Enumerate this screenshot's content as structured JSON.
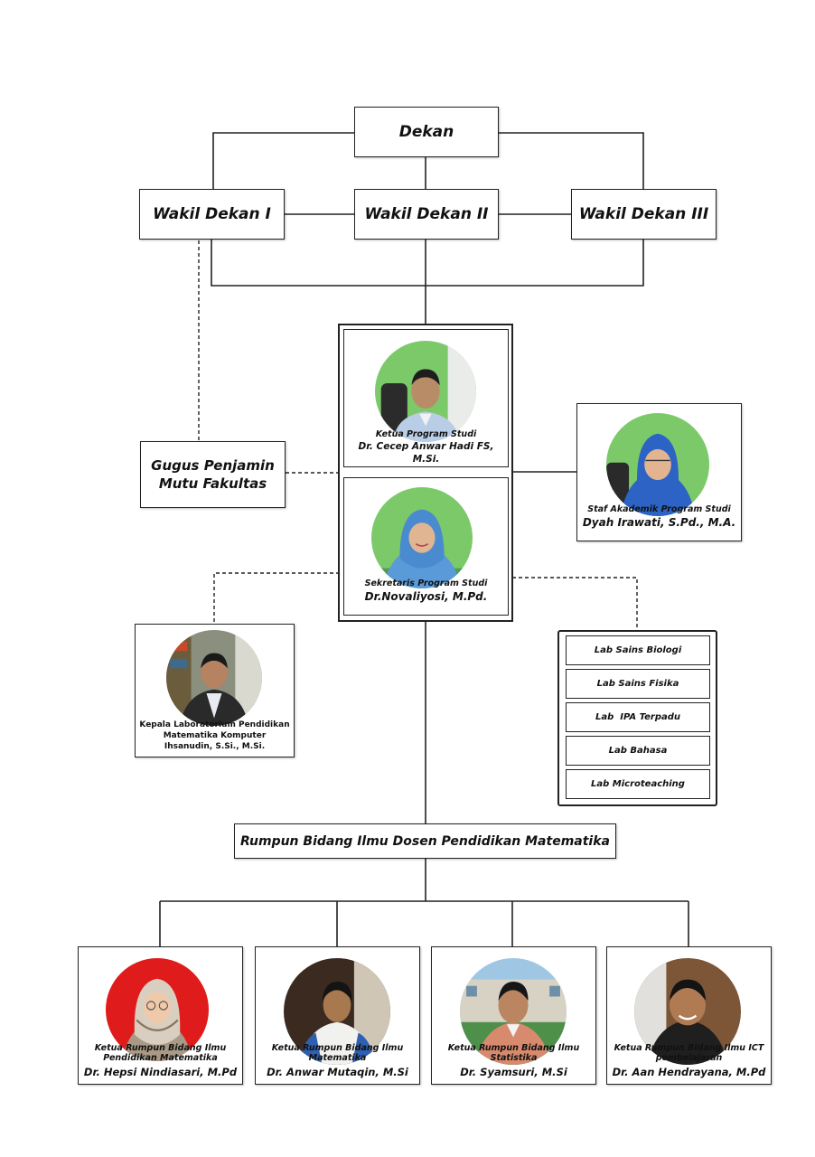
{
  "dekan": "Dekan",
  "wakil_1": "Wakil Dekan I",
  "wakil_2": "Wakil Dekan II",
  "wakil_3": "Wakil Dekan III",
  "gugus": {
    "line1": "Gugus Penjamin",
    "line2": "Mutu Fakultas"
  },
  "kaprodi": {
    "role": "Ketua Program Studi",
    "name": "Dr. Cecep Anwar Hadi FS, M.Si."
  },
  "sekprodi": {
    "role": "Sekretaris Program Studi",
    "name": "Dr.Novaliyosi, M.Pd."
  },
  "staf": {
    "role": "Staf Akademik Program Studi",
    "name": "Dyah Irawati, S.Pd., M.A."
  },
  "kalab": {
    "line1": "Kepala Laboratorium Pendidikan",
    "line2": "Matematika Komputer",
    "line3": "Ihsanudin, S.Si., M.Si."
  },
  "labs": [
    "Lab Sains Biologi",
    "Lab Sains Fisika",
    "Lab  IPA Terpadu",
    "Lab Bahasa",
    "Lab Microteaching"
  ],
  "rumpun_title": "Rumpun Bidang Ilmu Dosen Pendidikan Matematika",
  "ketua": [
    {
      "role1": "Ketua Rumpun Bidang Ilmu",
      "role2": "Pendidikan Matematika",
      "name": "Dr. Hepsi Nindiasari, M.Pd"
    },
    {
      "role1": "Ketua Rumpun Bidang Ilmu",
      "role2": "Matematika",
      "name": "Dr. Anwar Mutaqin, M.Si"
    },
    {
      "role1": "Ketua Rumpun Bidang Ilmu",
      "role2": "Statistika",
      "name": "Dr. Syamsuri, M.Si"
    },
    {
      "role1": "Ketua Rumpun Bidang Ilmu ICT",
      "role2": "pembelajaran",
      "name": "Dr. Aan Hendrayana, M.Pd"
    }
  ],
  "colors": {
    "line": "#222222",
    "photo_green": "#7cc96a",
    "photo_red": "#e01b1b",
    "hijab_blue": "#3f7fd0"
  }
}
